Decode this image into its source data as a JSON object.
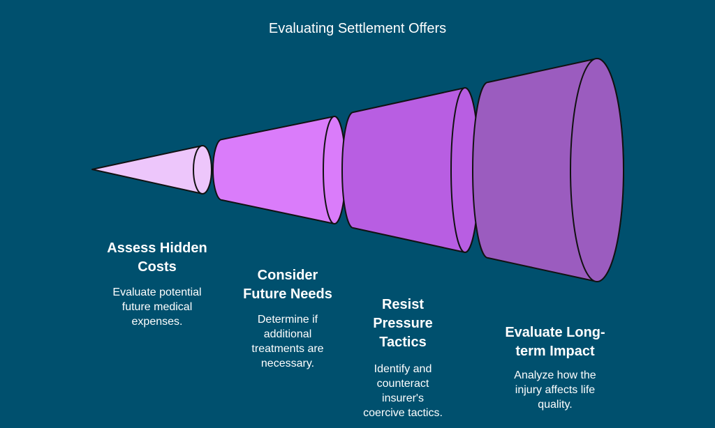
{
  "title": "Evaluating Settlement Offers",
  "stages": [
    {
      "heading_line1": "Assess Hidden",
      "heading_line2": "Costs",
      "desc_line1": "Evaluate potential",
      "desc_line2": "future medical",
      "desc_line3": "expenses.",
      "color": "#edc6fb"
    },
    {
      "heading_line1": "Consider",
      "heading_line2": "Future Needs",
      "desc_line1": "Determine if",
      "desc_line2": "additional",
      "desc_line3": "treatments are",
      "desc_line4": "necessary.",
      "color": "#da7cfa"
    },
    {
      "heading_line1": "Resist",
      "heading_line2": "Pressure",
      "heading_line3": "Tactics",
      "desc_line1": "Identify and",
      "desc_line2": "counteract insurer's",
      "desc_line3": "coercive tactics.",
      "color": "#b85ee2"
    },
    {
      "heading_line1": "Evaluate Long-",
      "heading_line2": "term Impact",
      "desc_line1": "Analyze how the",
      "desc_line2": "injury affects life",
      "desc_line3": "quality.",
      "color": "#9b5cbf"
    }
  ]
}
